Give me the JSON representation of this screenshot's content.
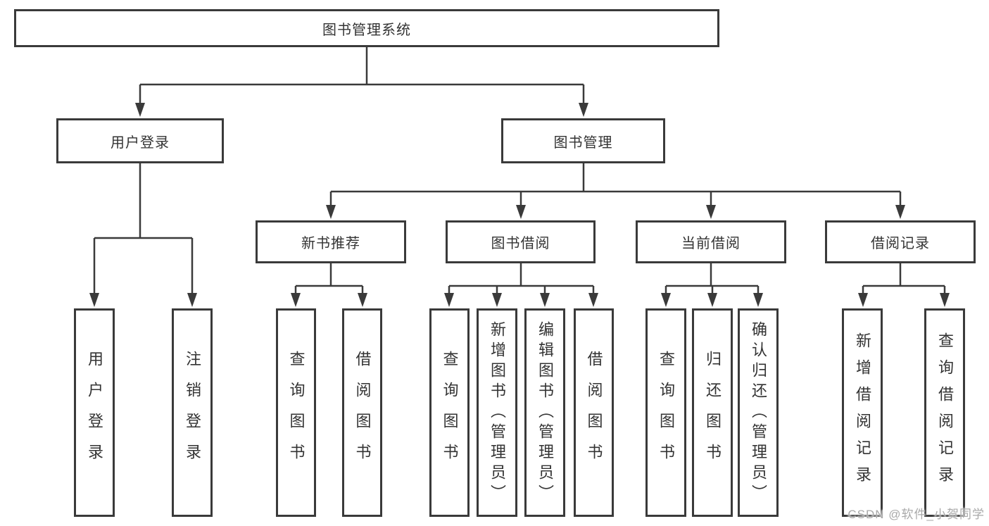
{
  "watermark": "CSDN @软件_小贺同学",
  "colors": {
    "line": "#3a3a3a",
    "text": "#333333",
    "watermark": "#a9a9a9"
  },
  "nodes": {
    "root": "图书管理系统",
    "login": {
      "label": "用户登录",
      "children": [
        "用户登录",
        "注销登录"
      ]
    },
    "mgmt": {
      "label": "图书管理",
      "groups": [
        {
          "label": "新书推荐",
          "children": [
            "查询图书",
            "借阅图书"
          ]
        },
        {
          "label": "图书借阅",
          "children": [
            "查询图书",
            "新增图书（管理员）",
            "编辑图书（管理员）",
            "借阅图书"
          ]
        },
        {
          "label": "当前借阅",
          "children": [
            "查询图书",
            "归还图书",
            "确认归还（管理员）"
          ]
        },
        {
          "label": "借阅记录",
          "children": [
            "新增借阅记录",
            "查询借阅记录"
          ]
        }
      ]
    }
  }
}
